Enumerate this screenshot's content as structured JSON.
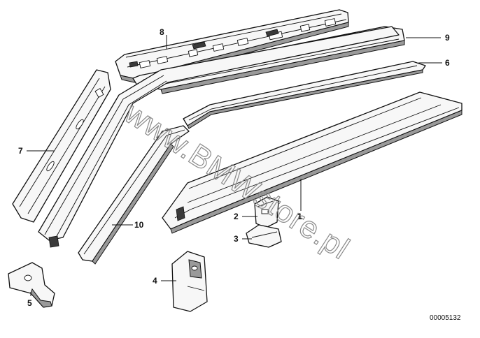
{
  "callouts": {
    "c1": "1",
    "c2": "2",
    "c3": "3",
    "c4": "4",
    "c5": "5",
    "c6": "6",
    "c7": "7",
    "c8": "8",
    "c9": "9",
    "c10": "10"
  },
  "watermark": "www.BMWstore.pl",
  "drawing_number": "00005132"
}
